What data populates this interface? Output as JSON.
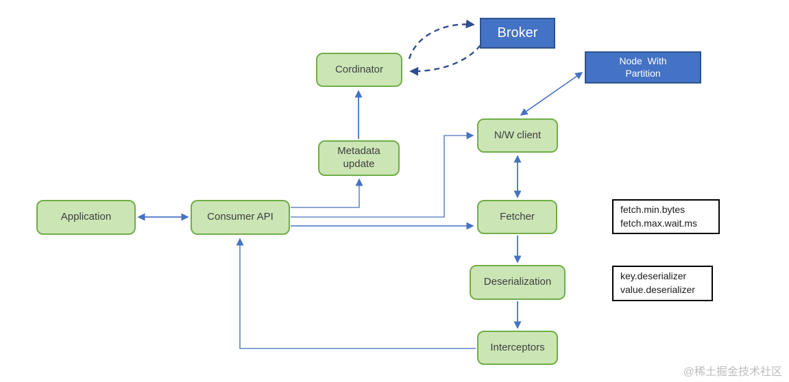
{
  "diagram": {
    "nodes": {
      "broker": {
        "label": "Broker"
      },
      "cordinator": {
        "label": "Cordinator"
      },
      "node_with_partition": {
        "line1": "Node  With",
        "line2": "Partition"
      },
      "nw_client": {
        "label": "N/W client"
      },
      "metadata_update": {
        "line1": "Metadata",
        "line2": "update"
      },
      "application": {
        "label": "Application"
      },
      "consumer_api": {
        "label": "Consumer API"
      },
      "fetcher": {
        "label": "Fetcher"
      },
      "deserialization": {
        "label": "Deserialization"
      },
      "interceptors": {
        "label": "Interceptors"
      }
    },
    "notes": {
      "fetch_config": {
        "line1": "fetch.min.bytes",
        "line2": "fetch.max.wait.ms"
      },
      "deserializer_config": {
        "line1": "key.deserializer",
        "line2": "value.deserializer"
      }
    },
    "watermark": "@稀土掘金技术社区",
    "colors": {
      "green_fill": "#cbe5b5",
      "green_border": "#70ad47",
      "blue_fill": "#4472c4",
      "blue_border": "#2f528f",
      "arrow_solid": "#4472c4",
      "arrow_dashed": "#2f4d8f"
    }
  }
}
